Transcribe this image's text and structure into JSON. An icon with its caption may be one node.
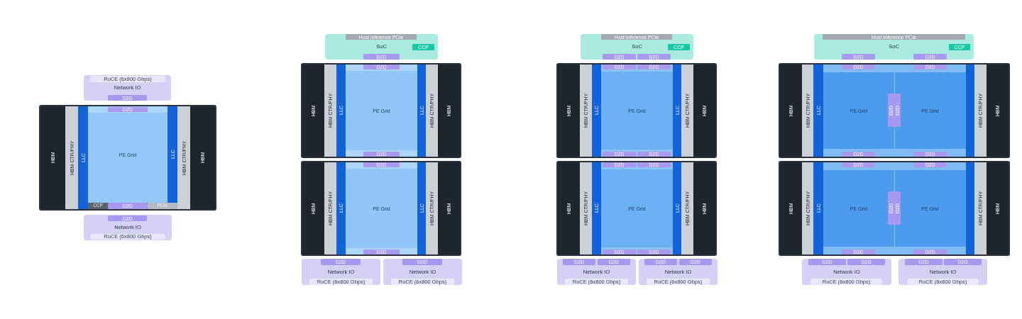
{
  "diagram": {
    "nodes": [
      {
        "text": [
          "Network IO"
        ]
      },
      {
        "text": [
          "RoCE (6x800 Gbps)"
        ],
        "in": 0
      },
      {
        "text": [
          "D2D"
        ],
        "in": 0
      },
      {
        "text": [],
        "shape": "box"
      },
      {
        "text": [
          "HBM"
        ],
        "in": 3
      },
      {
        "text": [
          "HBM CTR/PHY"
        ],
        "in": 3
      },
      {
        "text": [
          "LLC"
        ],
        "in": 3
      },
      {
        "text": [
          "PE Grid"
        ],
        "in": 3
      },
      {
        "text": [
          "D2D"
        ],
        "in": 7
      },
      {
        "text": [
          "CCP"
        ],
        "in": 3
      },
      {
        "text": [
          "D2D"
        ],
        "in": 3
      },
      {
        "text": [
          "PCIe"
        ],
        "in": 3
      },
      {
        "text": [
          "LLC"
        ],
        "in": 3
      },
      {
        "text": [
          "HBM CTR/PHY"
        ],
        "in": 3
      },
      {
        "text": [
          "HBM"
        ],
        "in": 3
      },
      {
        "text": [
          "Network IO"
        ]
      },
      {
        "text": [
          "D2D"
        ],
        "in": 15
      },
      {
        "text": [
          "RoCE (6x800 Gbps)"
        ],
        "in": 15
      },
      {
        "text": [
          "SoC"
        ]
      },
      {
        "text": [
          "Host Inference PCIe"
        ],
        "in": 18
      },
      {
        "text": [
          "CCP"
        ],
        "in": 18
      },
      {
        "text": [
          "D2D"
        ],
        "in": 18
      },
      {
        "text": [],
        "shape": "box"
      },
      {
        "text": [
          "HBM"
        ],
        "in": 22
      },
      {
        "text": [
          "HBM CTR/PHY"
        ],
        "in": 22
      },
      {
        "text": [
          "LLC"
        ],
        "in": 22
      },
      {
        "text": [
          "PE Grid"
        ],
        "in": 22
      },
      {
        "text": [
          "D2D"
        ],
        "in": 26
      },
      {
        "text": [
          "D2D"
        ],
        "in": 26
      },
      {
        "text": [
          "LLC"
        ],
        "in": 22
      },
      {
        "text": [
          "HBM CTR/PHY"
        ],
        "in": 22
      },
      {
        "text": [
          "HBM"
        ],
        "in": 22
      },
      {
        "text": [],
        "shape": "box"
      },
      {
        "text": [
          "HBM"
        ],
        "in": 32
      },
      {
        "text": [
          "HBM CTR/PHY"
        ],
        "in": 32
      },
      {
        "text": [
          "LLC"
        ],
        "in": 32
      },
      {
        "text": [
          "PE Grid"
        ],
        "in": 32
      },
      {
        "text": [
          "D2D"
        ],
        "in": 36
      },
      {
        "text": [
          "D2D"
        ],
        "in": 36
      },
      {
        "text": [
          "LLC"
        ],
        "in": 32
      },
      {
        "text": [
          "HBM CTR/PHY"
        ],
        "in": 32
      },
      {
        "text": [
          "HBM"
        ],
        "in": 32
      },
      {
        "text": [
          "Network IO"
        ]
      },
      {
        "text": [
          "D2D"
        ],
        "in": 42
      },
      {
        "text": [
          "RoCE (6x800 Gbps)"
        ],
        "in": 42
      },
      {
        "text": [
          "Network IO"
        ]
      },
      {
        "text": [
          "D2D"
        ],
        "in": 45
      },
      {
        "text": [
          "RoCE (6x800 Gbps)"
        ],
        "in": 45
      },
      {
        "text": [
          "SoC"
        ]
      },
      {
        "text": [
          "Host Inference PCIe"
        ],
        "in": 48
      },
      {
        "text": [
          "CCP"
        ],
        "in": 48
      },
      {
        "text": [
          "D2D"
        ],
        "in": 48
      },
      {
        "text": [
          "D2D"
        ],
        "in": 48
      },
      {
        "text": [],
        "shape": "box"
      },
      {
        "text": [
          "HBM"
        ],
        "in": 53
      },
      {
        "text": [
          "HBM CTR/PHY"
        ],
        "in": 53
      },
      {
        "text": [
          "LLC"
        ],
        "in": 53
      },
      {
        "text": [
          "PE Grid"
        ],
        "in": 53
      },
      {
        "text": [
          "D2D"
        ],
        "in": 57
      },
      {
        "text": [
          "D2D"
        ],
        "in": 57
      },
      {
        "text": [
          "D2D"
        ],
        "in": 57
      },
      {
        "text": [
          "D2D"
        ],
        "in": 57
      },
      {
        "text": [
          "LLC"
        ],
        "in": 53
      },
      {
        "text": [
          "HBM CTR/PHY"
        ],
        "in": 53
      },
      {
        "text": [
          "HBM"
        ],
        "in": 53
      },
      {
        "text": [],
        "shape": "box"
      },
      {
        "text": [
          "HBM"
        ],
        "in": 65
      },
      {
        "text": [
          "HBM CTR/PHY"
        ],
        "in": 65
      },
      {
        "text": [
          "LLC"
        ],
        "in": 65
      },
      {
        "text": [
          "PE Grid"
        ],
        "in": 65
      },
      {
        "text": [
          "D2D"
        ],
        "in": 69
      },
      {
        "text": [
          "D2D"
        ],
        "in": 69
      },
      {
        "text": [
          "D2D"
        ],
        "in": 69
      },
      {
        "text": [
          "D2D"
        ],
        "in": 69
      },
      {
        "text": [
          "LLC"
        ],
        "in": 65
      },
      {
        "text": [
          "HBM CTR/PHY"
        ],
        "in": 65
      },
      {
        "text": [
          "HBM"
        ],
        "in": 65
      },
      {
        "text": [
          "Network IO"
        ]
      },
      {
        "text": [
          "D2D"
        ],
        "in": 77
      },
      {
        "text": [
          "D2D"
        ],
        "in": 77
      },
      {
        "text": [
          "RoCE (6x800 Gbps)"
        ],
        "in": 77
      },
      {
        "text": [
          "Network IO"
        ]
      },
      {
        "text": [
          "D2D"
        ],
        "in": 81
      },
      {
        "text": [
          "D2D"
        ],
        "in": 81
      },
      {
        "text": [
          "RoCE (6x800 Gbps)"
        ],
        "in": 81
      },
      {
        "text": [
          "SoC"
        ]
      },
      {
        "text": [
          "Host Inference PCIe"
        ],
        "in": 85
      },
      {
        "text": [
          "CCP"
        ],
        "in": 85
      },
      {
        "text": [
          "D2D"
        ],
        "in": 85
      },
      {
        "text": [
          "D2D"
        ],
        "in": 85
      },
      {
        "text": [],
        "shape": "box"
      },
      {
        "text": [
          "HBM"
        ],
        "in": 90
      },
      {
        "text": [
          "HBM CTR/PHY"
        ],
        "in": 90
      },
      {
        "text": [
          "LLC"
        ],
        "in": 90
      },
      {
        "text": [
          "PE Grid"
        ],
        "in": 90
      },
      {
        "text": [
          "D2D"
        ],
        "in": 94
      },
      {
        "text": [
          "D2D"
        ],
        "in": 94
      },
      {
        "text": [
          "D2D"
        ],
        "in": 94
      },
      {
        "text": [
          "PE Grid"
        ],
        "in": 90
      },
      {
        "text": [
          "D2D"
        ],
        "in": 98
      },
      {
        "text": [
          "D2D"
        ],
        "in": 98
      },
      {
        "text": [
          "D2D"
        ],
        "in": 98
      },
      {
        "text": [],
        "shape": "bar",
        "in": 90
      },
      {
        "text": [
          "HBM CTR/PHY"
        ],
        "in": 90
      },
      {
        "text": [
          "HBM"
        ],
        "in": 90
      },
      {
        "text": [],
        "shape": "box"
      },
      {
        "text": [
          "HBM"
        ],
        "in": 105
      },
      {
        "text": [
          "HBM CTR/PHY"
        ],
        "in": 105
      },
      {
        "text": [
          "LLC"
        ],
        "in": 105
      },
      {
        "text": [
          "PE Grid"
        ],
        "in": 105
      },
      {
        "text": [
          "D2D"
        ],
        "in": 109
      },
      {
        "text": [
          "D2D"
        ],
        "in": 109
      },
      {
        "text": [
          "D2D"
        ],
        "in": 109
      },
      {
        "text": [
          "PE Grid"
        ],
        "in": 105
      },
      {
        "text": [
          "D2D"
        ],
        "in": 113
      },
      {
        "text": [
          "D2D"
        ],
        "in": 113
      },
      {
        "text": [
          "D2D"
        ],
        "in": 113
      },
      {
        "text": [],
        "shape": "bar",
        "in": 105
      },
      {
        "text": [
          "HBM CTR/PHY"
        ],
        "in": 105
      },
      {
        "text": [
          "HBM"
        ],
        "in": 105
      },
      {
        "text": [
          "Network IO"
        ]
      },
      {
        "text": [
          "D2D"
        ],
        "in": 120
      },
      {
        "text": [
          "D2D"
        ],
        "in": 120
      },
      {
        "text": [
          "RoCE (6x800 Gbps)"
        ],
        "in": 120
      },
      {
        "text": [
          "Network IO"
        ]
      },
      {
        "text": [
          "D2D"
        ],
        "in": 124
      },
      {
        "text": [
          "D2D"
        ],
        "in": 124
      },
      {
        "text": [
          "RoCE (6x800 Gbps)"
        ],
        "in": 124
      }
    ]
  }
}
